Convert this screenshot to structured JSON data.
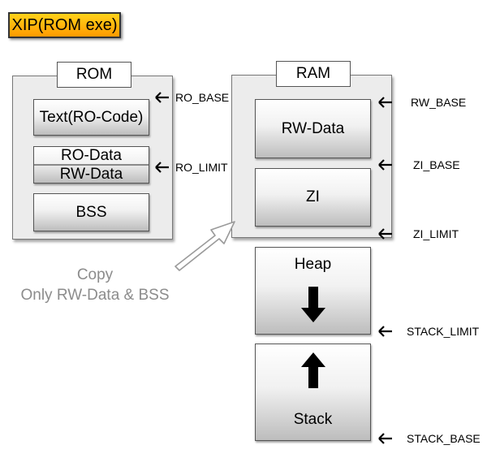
{
  "title": "XIP(ROM exe)",
  "rom": {
    "label": "ROM",
    "text_block": "Text(RO-Code)",
    "ro_data": "RO-Data",
    "rw_data": "RW-Data",
    "bss": "BSS"
  },
  "ram": {
    "label": "RAM",
    "rw_data": "RW-Data",
    "zi": "ZI"
  },
  "heap": "Heap",
  "stack": "Stack",
  "pointers": {
    "ro_base": "RO_BASE",
    "ro_limit": "RO_LIMIT",
    "rw_base": "RW_BASE",
    "zi_base": "ZI_BASE",
    "zi_limit": "ZI_LIMIT",
    "stack_limit": "STACK_LIMIT",
    "stack_base": "STACK_BASE"
  },
  "copy_note": {
    "line1": "Copy",
    "line2": "Only RW-Data & BSS"
  }
}
